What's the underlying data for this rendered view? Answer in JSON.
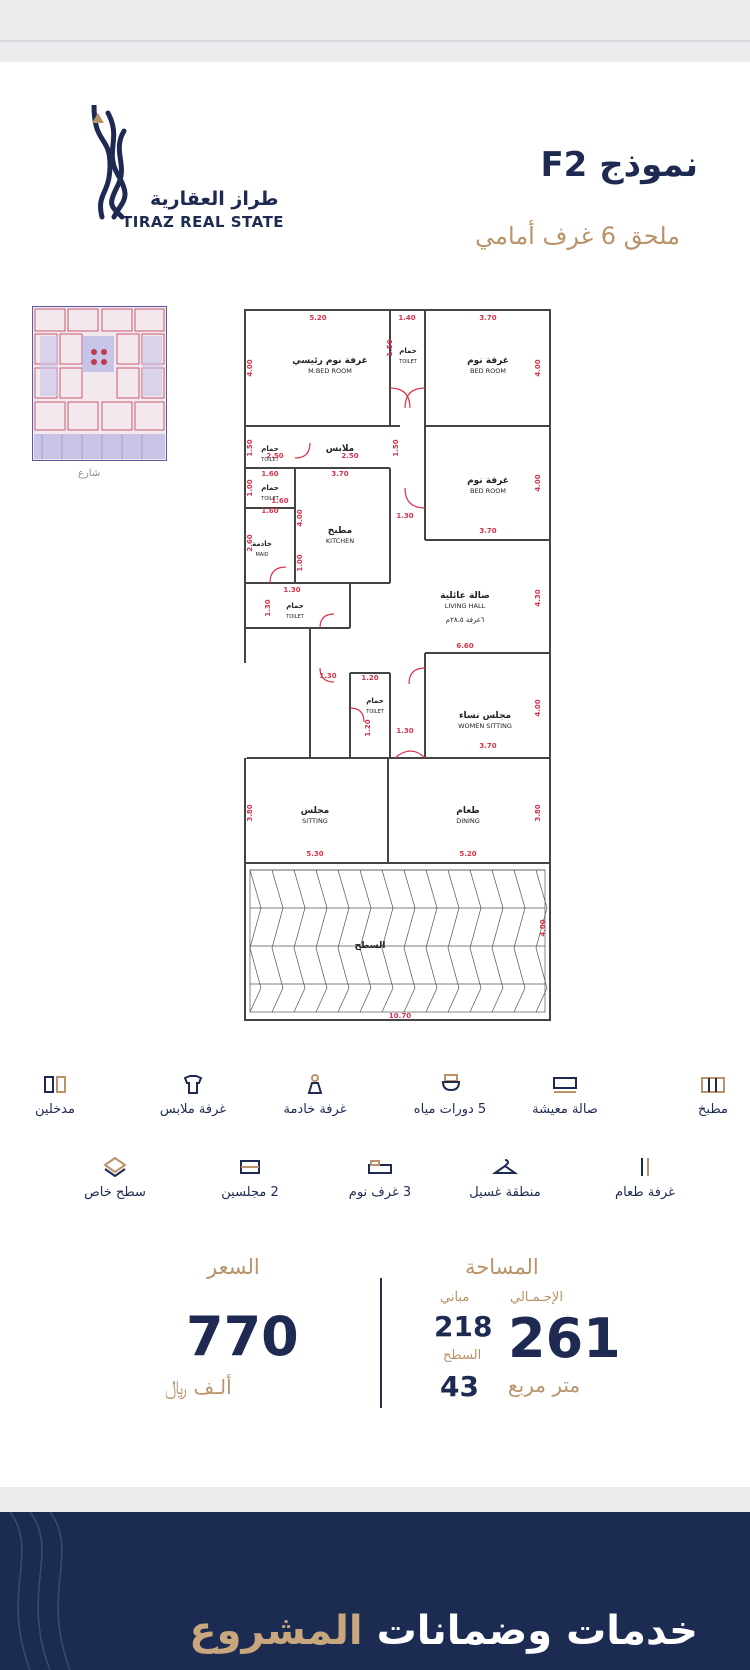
{
  "header": {
    "title": "نموذج F2",
    "subtitle": "ملحق 6 غرف أمامي"
  },
  "logo": {
    "name_ar": "طراز العقارية",
    "name_en": "TIRAZ REAL STATE"
  },
  "minimap": {
    "street_label": "شارع"
  },
  "plan": {
    "rooms": [
      {
        "ar": "غرفة نوم رئيسي",
        "en": "M.BED ROOM"
      },
      {
        "ar": "غرفة نوم",
        "en": "BED ROOM"
      },
      {
        "ar": "غرفة نوم",
        "en": "BED ROOM"
      },
      {
        "ar": "حمام",
        "en": "TOILET"
      },
      {
        "ar": "ملابس",
        "en": ""
      },
      {
        "ar": "حمام",
        "en": "TOILET"
      },
      {
        "ar": "حمام",
        "en": "TOILET"
      },
      {
        "ar": "خادمة",
        "en": "MAID"
      },
      {
        "ar": "مطبخ",
        "en": "KITCHEN"
      },
      {
        "ar": "صالة عائلية",
        "en": "LIVING HALL"
      },
      {
        "ar": "حمام",
        "en": "TOILET"
      },
      {
        "ar": "حمام",
        "en": "TOILET"
      },
      {
        "ar": "مجلس نساء",
        "en": "WOMEN SITTING"
      },
      {
        "ar": "مجلس",
        "en": "SITTING"
      },
      {
        "ar": "طعام",
        "en": "DINING"
      },
      {
        "ar": "السطح",
        "en": ""
      }
    ],
    "living_note": "٦غرفة ٢٨،٥م",
    "dims": {
      "mbed_w": "5.20",
      "mbed_h": "4.00",
      "wc1_w": "1.40",
      "wc1_h": "1.50",
      "bed1_w": "3.70",
      "bed1_h": "4.00",
      "wc2_w": "2.50",
      "wc2_h": "1.50",
      "dress_w": "2.50",
      "dress_h": "1.50",
      "bed2_w": "3.70",
      "bed2_h": "4.00",
      "wc3_w": "1.60",
      "wc3_h": "1.00",
      "maid_w": "1.60",
      "maid_h": "2.60",
      "kitchen_w": "3.70",
      "kitchen_h": "4.00",
      "corridor1": "1.30",
      "wc4_w": "1.30",
      "wc4_h": "1.30",
      "living_w": "6.60",
      "living_h": "4.30",
      "hall_l": "1.30",
      "wc5_w": "1.20",
      "wc5_h": "1.20",
      "corridor2": "1.30",
      "women_w": "3.70",
      "women_h": "4.00",
      "sitting_w": "5.30",
      "sitting_h": "3.80",
      "dining_w": "5.20",
      "dining_h": "3.80",
      "roof_w": "10.70",
      "roof_h": "4.00",
      "kitchen_door": "1.00",
      "maid_corr": "1.60"
    }
  },
  "features_row1": [
    {
      "label": "مطبخ",
      "icon": "kitchen-icon"
    },
    {
      "label": "صالة معيشة",
      "icon": "sofa-icon"
    },
    {
      "label": "5 دورات مياه",
      "icon": "toilet-icon"
    },
    {
      "label": "غرفة خادمة",
      "icon": "maid-icon"
    },
    {
      "label": "غرفة ملابس",
      "icon": "shirt-icon"
    },
    {
      "label": "مدخلين",
      "icon": "doors-icon"
    }
  ],
  "features_row2": [
    {
      "label": "غرفة طعام",
      "icon": "dining-icon"
    },
    {
      "label": "منطقة غسيل",
      "icon": "hanger-icon"
    },
    {
      "label": "3 غرف نوم",
      "icon": "bed-icon"
    },
    {
      "label": "2 مجلسين",
      "icon": "armchair-icon"
    },
    {
      "label": "سطح خاص",
      "icon": "roof-icon"
    }
  ],
  "area": {
    "heading": "المساحة",
    "total_label": "الإجـمـالي",
    "total_value": "261",
    "unit": "متر مربع",
    "building_label": "مباني",
    "building_value": "218",
    "roof_label": "السطح",
    "roof_value": "43"
  },
  "price": {
    "heading": "السعر",
    "value": "770",
    "unit": "ألـف ﷼"
  },
  "footer": {
    "text_main": "خدمات وضمانات",
    "text_accent": "المشروع"
  },
  "colors": {
    "navy": "#1e2a52",
    "gold": "#b99369",
    "band": "#1c2b52",
    "dim_red": "#d8324a"
  }
}
